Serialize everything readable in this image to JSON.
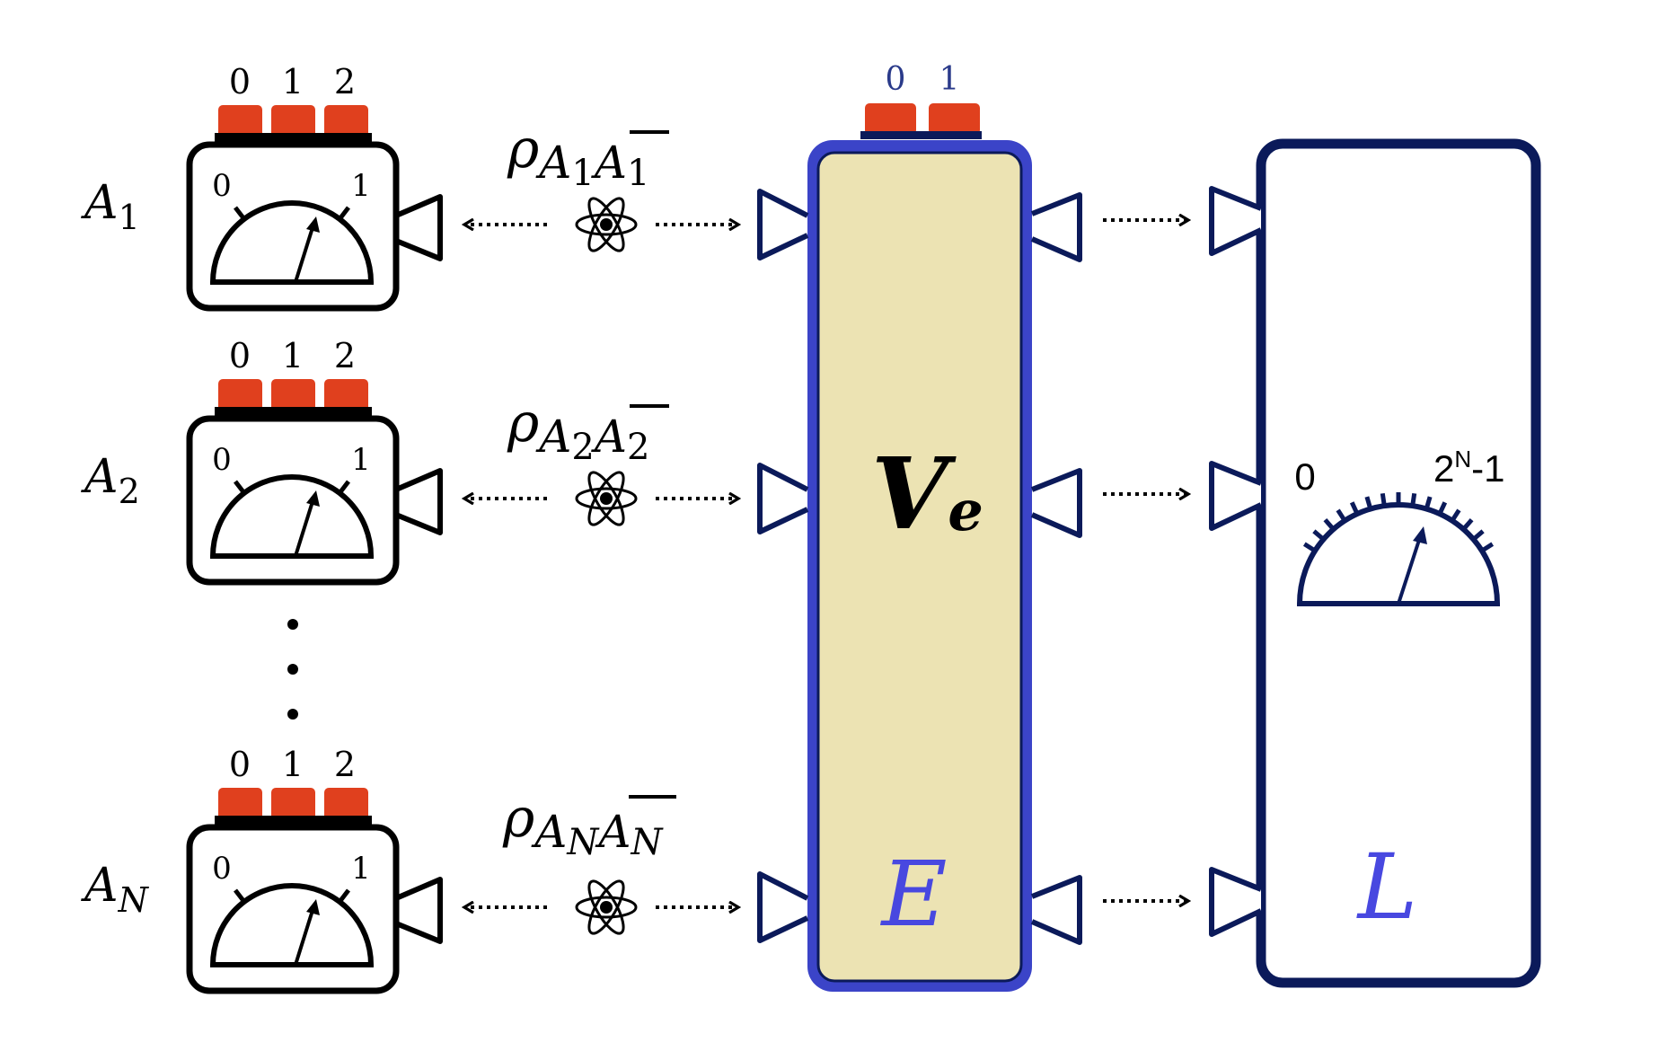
{
  "colors": {
    "outline": "#000000",
    "navy": "#0b1a5a",
    "button_red": "#e0401e",
    "panel_fill": "#ece3b3",
    "panel_border": "#3b44c8",
    "letter_blue": "#4848e0"
  },
  "devices": [
    {
      "label_main": "A",
      "label_sub": "1",
      "button_labels": [
        "0",
        "1",
        "2"
      ],
      "dial_labels": [
        "0",
        "1"
      ],
      "state_main": "ρ",
      "state_A": "A",
      "state_sub": "1",
      "state_Abar": "A",
      "state_sub2": "1"
    },
    {
      "label_main": "A",
      "label_sub": "2",
      "button_labels": [
        "0",
        "1",
        "2"
      ],
      "dial_labels": [
        "0",
        "1"
      ],
      "state_main": "ρ",
      "state_A": "A",
      "state_sub": "2",
      "state_Abar": "A",
      "state_sub2": "2"
    },
    {
      "label_main": "A",
      "label_sub": "N",
      "button_labels": [
        "0",
        "1",
        "2"
      ],
      "dial_labels": [
        "0",
        "1"
      ],
      "state_main": "ρ",
      "state_A": "A",
      "state_sub": "N",
      "state_Abar": "A",
      "state_sub2": "N"
    }
  ],
  "source_icon": "atom-icon",
  "middle_box": {
    "button_labels": [
      "0",
      "1"
    ],
    "unitary_main": "V",
    "unitary_sub": "e",
    "letter": "E"
  },
  "right_box": {
    "dial_label_left": "0",
    "dial_label_right_base": "2",
    "dial_label_right_sup": "N",
    "dial_label_right_tail": "1",
    "letter": "L"
  }
}
